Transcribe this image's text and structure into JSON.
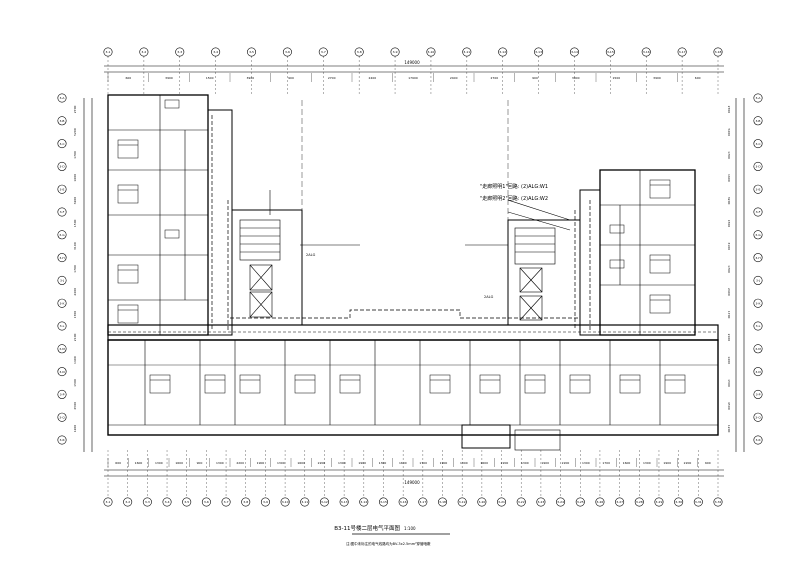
{
  "drawing": {
    "title": "B3-11号楼二层电气平面图",
    "scale": "1:100",
    "note": "注:图中未标注的电气线路均为BV-3x2.5mm²穿管暗敷",
    "overall_width": "149000"
  },
  "annotations": {
    "circuit_w1": "\"走廊照明1\"回路: (2)ALG:W1",
    "circuit_w2": "\"走廊照明2\"回路: (2)ALG:W2",
    "panel_left": "2ALG",
    "panel_right": "2ALG"
  },
  "grid_axes": {
    "top": [
      "3-1",
      "3-2",
      "3-3",
      "3-4",
      "3-5",
      "3-6",
      "3-7",
      "3-8",
      "3-9",
      "3-10",
      "3-11",
      "3-12",
      "3-13",
      "3-14",
      "3-15",
      "3-16",
      "3-17",
      "3-18"
    ],
    "bottom": [
      "3-1",
      "3-2",
      "3-3",
      "3-4",
      "3-5",
      "3-6",
      "3-7",
      "3-8",
      "3-9",
      "3-10",
      "3-11",
      "3-12",
      "3-13",
      "3-14",
      "3-15",
      "3-16",
      "3-17",
      "3-18",
      "3-19",
      "3-20",
      "3-21",
      "3-22",
      "3-23",
      "3-24",
      "3-25",
      "3-26",
      "3-27",
      "3-28",
      "3-29",
      "3-30",
      "3-31",
      "3-32"
    ],
    "left": [
      "3-A",
      "3-B",
      "3-C",
      "3-D",
      "3-E",
      "3-F",
      "3-G",
      "3-H",
      "3-J",
      "3-K",
      "3-L",
      "3-M",
      "3-N",
      "3-P",
      "3-Q",
      "3-R"
    ],
    "right": [
      "3-A",
      "3-B",
      "3-C",
      "3-D",
      "3-E",
      "3-F",
      "3-G",
      "3-H",
      "3-J",
      "3-K",
      "3-L",
      "3-M",
      "3-N",
      "3-P",
      "3-Q",
      "3-R"
    ]
  },
  "dimensions": {
    "top": [
      "600",
      "3900",
      "1500",
      "3900",
      "900",
      "2700",
      "2400",
      "17900",
      "2400",
      "2700",
      "900",
      "3900",
      "1500",
      "3900",
      "600"
    ],
    "bottom": [
      "600",
      "1600",
      "1300",
      "1600",
      "900",
      "1300",
      "2200",
      "1900",
      "1300",
      "1600",
      "2200",
      "1300",
      "1900",
      "1300",
      "1600",
      "1700",
      "1900",
      "1300",
      "1600",
      "2200",
      "1300",
      "1900",
      "2200",
      "1300",
      "1700",
      "1600",
      "1300",
      "1900",
      "2200",
      "600"
    ],
    "left": [
      "2700",
      "5200",
      "1700",
      "1600",
      "3200",
      "1500",
      "3100",
      "1700",
      "2400",
      "1700",
      "2100",
      "1400",
      "1500",
      "4500",
      "1200"
    ],
    "right": [
      "2700",
      "5200",
      "1700",
      "1600",
      "3200",
      "1500",
      "3100",
      "1700",
      "2400",
      "1700",
      "2100",
      "1400",
      "1500",
      "4500",
      "1200"
    ]
  }
}
